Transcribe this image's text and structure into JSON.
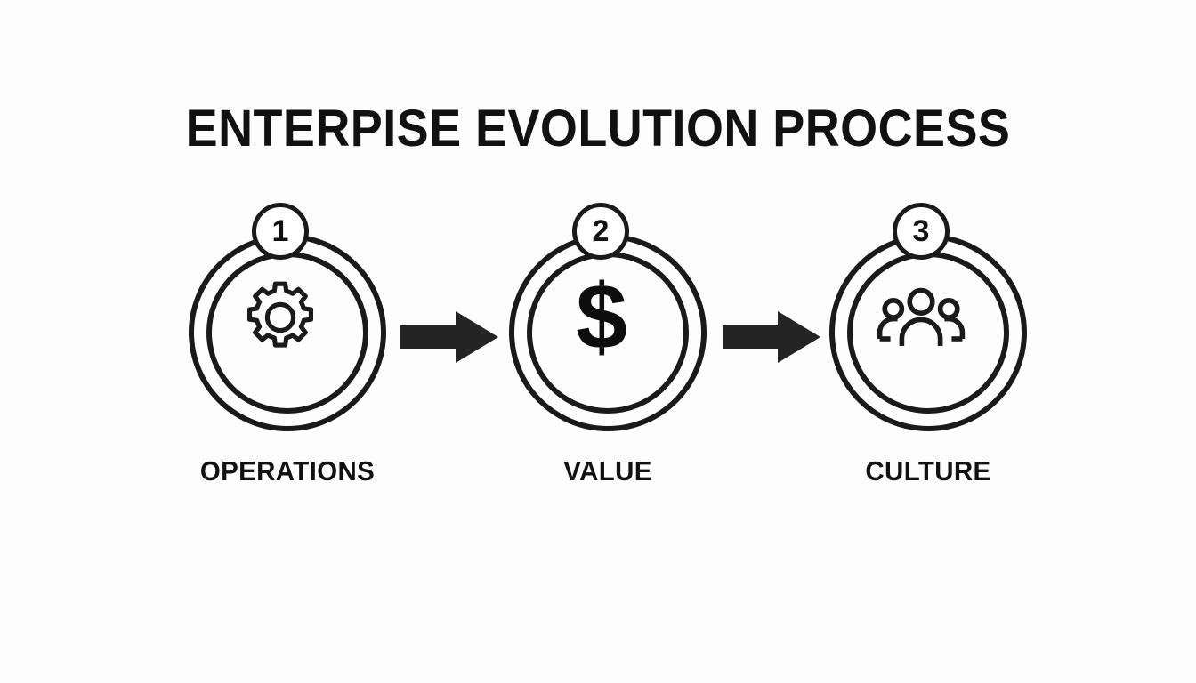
{
  "page": {
    "title": "ENTERPISE EVOLUTION PROCESS",
    "background_color": "#fdfdfd",
    "ink_color": "#1a1a1a",
    "accent_color": "#222222"
  },
  "steps": [
    {
      "number": "1",
      "label": "OPERATIONS",
      "icon": "gear-icon"
    },
    {
      "number": "2",
      "label": "VALUE",
      "icon": "dollar-sign-icon",
      "glyph": "$"
    },
    {
      "number": "3",
      "label": "CULTURE",
      "icon": "people-group-icon"
    }
  ],
  "connectors": [
    {
      "name": "arrow-1",
      "direction": "right"
    },
    {
      "name": "arrow-2",
      "direction": "right"
    }
  ]
}
